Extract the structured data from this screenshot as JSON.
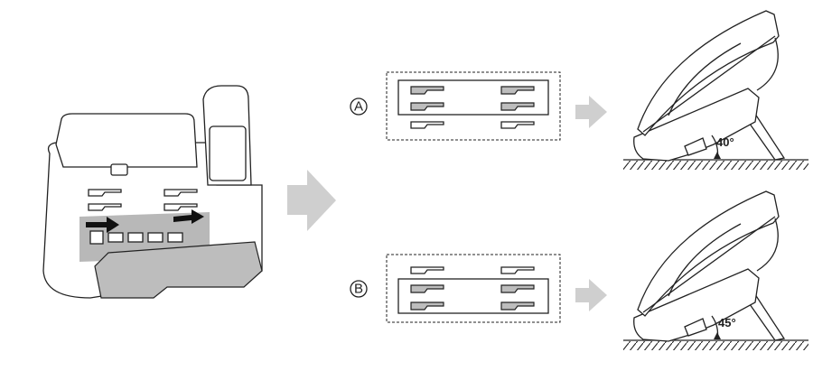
{
  "options": [
    {
      "label": "A",
      "angle": "40°"
    },
    {
      "label": "B",
      "angle": "45°"
    }
  ],
  "colors": {
    "arrow": "#cfcfcf",
    "slot_fill": "#bdbdbd",
    "line": "#222222"
  }
}
